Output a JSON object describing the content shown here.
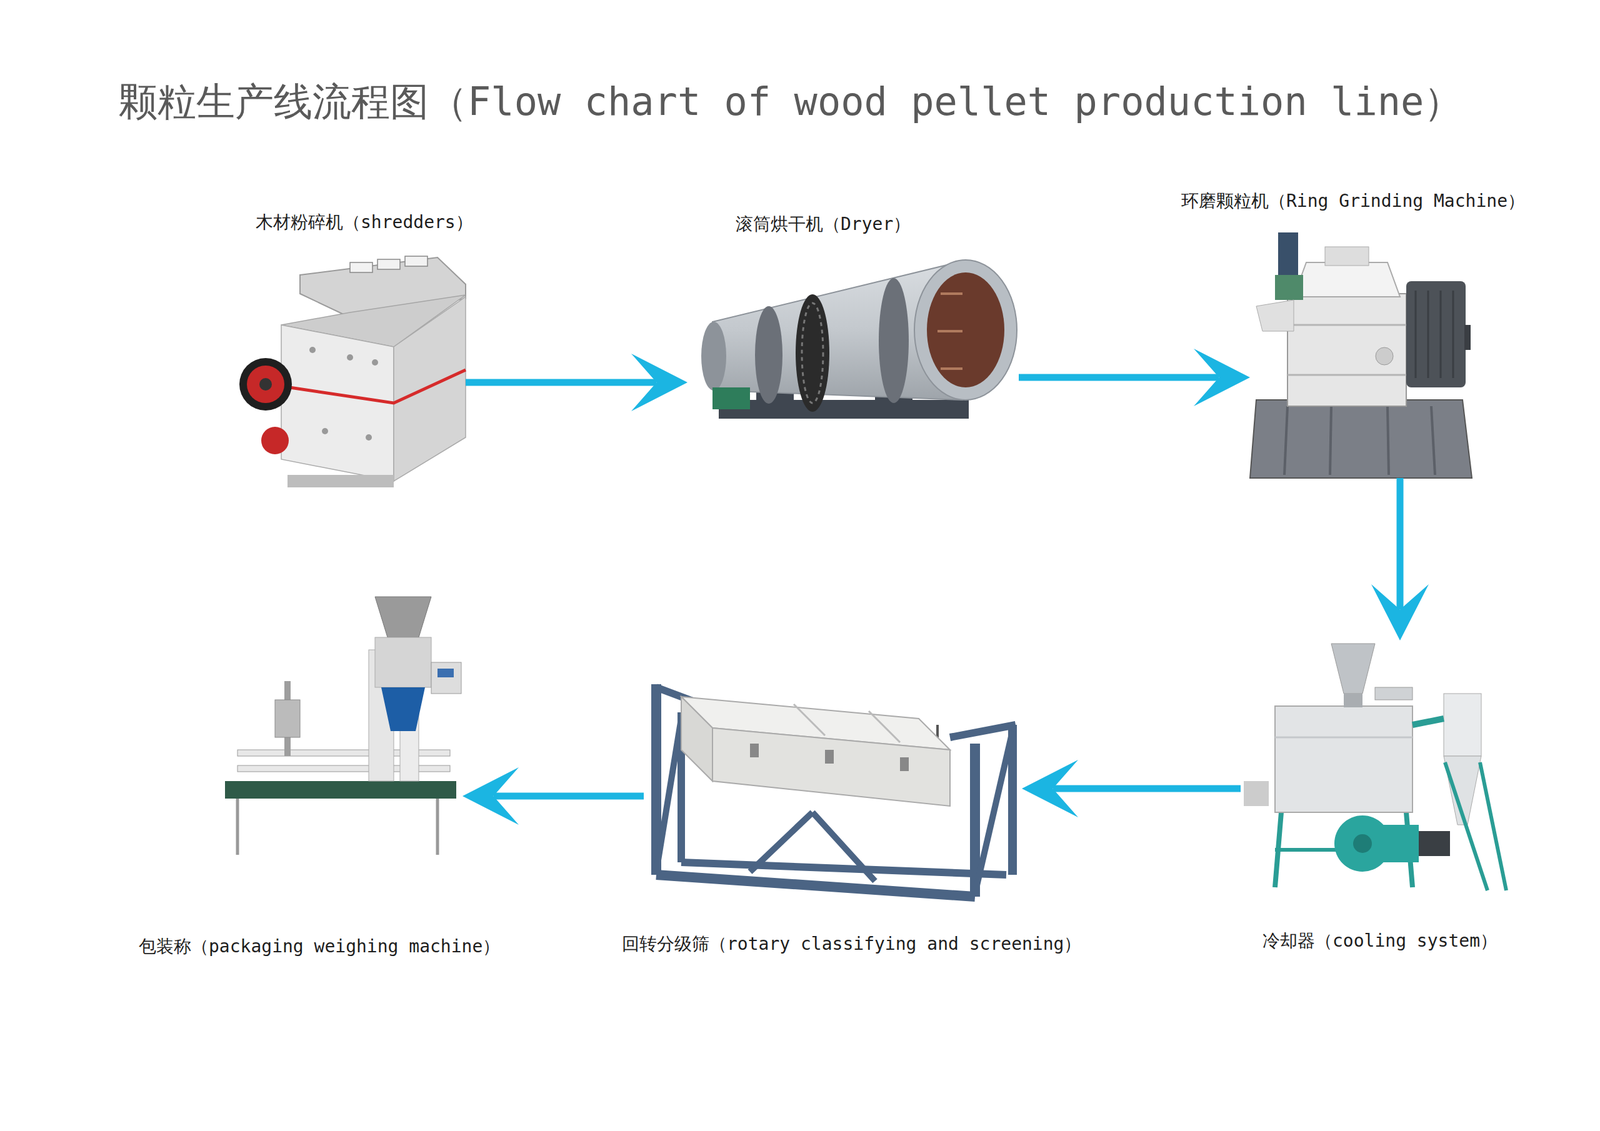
{
  "diagram": {
    "title": "颗粒生产线流程图（Flow chart of wood pellet production line）",
    "nodes": [
      {
        "text": [
          "木材粉碎机（shredders）"
        ]
      },
      {
        "text": [
          "滚筒烘干机（Dryer）"
        ]
      },
      {
        "text": [
          "环磨颗粒机（Ring Grinding Machine）"
        ]
      },
      {
        "text": [
          "冷却器（cooling system）"
        ]
      },
      {
        "text": [
          "回转分级筛（rotary classifying and screening）"
        ]
      },
      {
        "text": [
          "包装称（packaging weighing machine）"
        ]
      }
    ],
    "edges": [
      {
        "from": 0,
        "to": 1,
        "arrow": "to"
      },
      {
        "from": 1,
        "to": 2,
        "arrow": "to"
      },
      {
        "from": 2,
        "to": 3,
        "arrow": "to"
      },
      {
        "from": 3,
        "to": 4,
        "arrow": "to"
      },
      {
        "from": 4,
        "to": 5,
        "arrow": "to"
      }
    ]
  }
}
